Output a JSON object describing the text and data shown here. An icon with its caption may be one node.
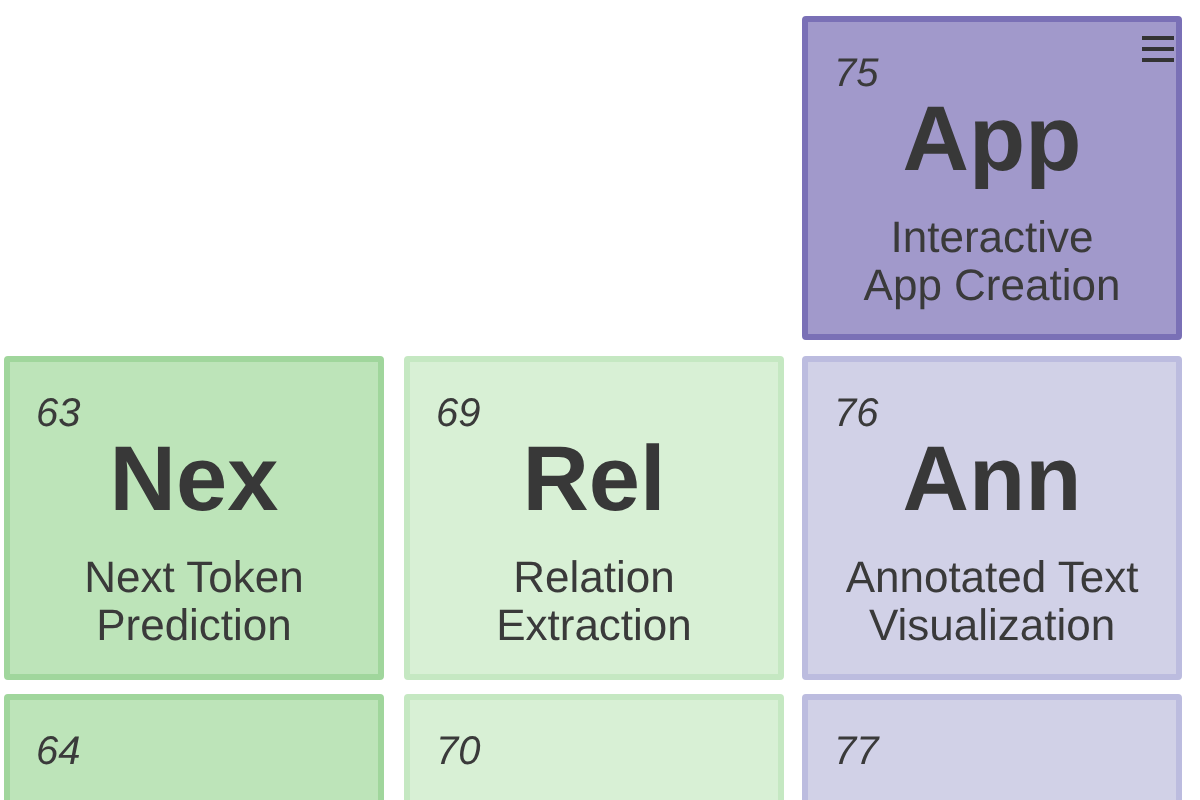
{
  "diagram": {
    "nodes": [
      {
        "text": [
          "75",
          "App",
          "Interactive App Creation"
        ]
      },
      {
        "text": [
          "63",
          "Nex",
          "Next Token Prediction"
        ]
      },
      {
        "text": [
          "69",
          "Rel",
          "Relation Extraction"
        ]
      },
      {
        "text": [
          "76",
          "Ann",
          "Annotated Text Visualization"
        ]
      },
      {
        "text": [
          "64"
        ]
      },
      {
        "text": [
          "70"
        ]
      },
      {
        "text": [
          "77"
        ]
      }
    ]
  }
}
